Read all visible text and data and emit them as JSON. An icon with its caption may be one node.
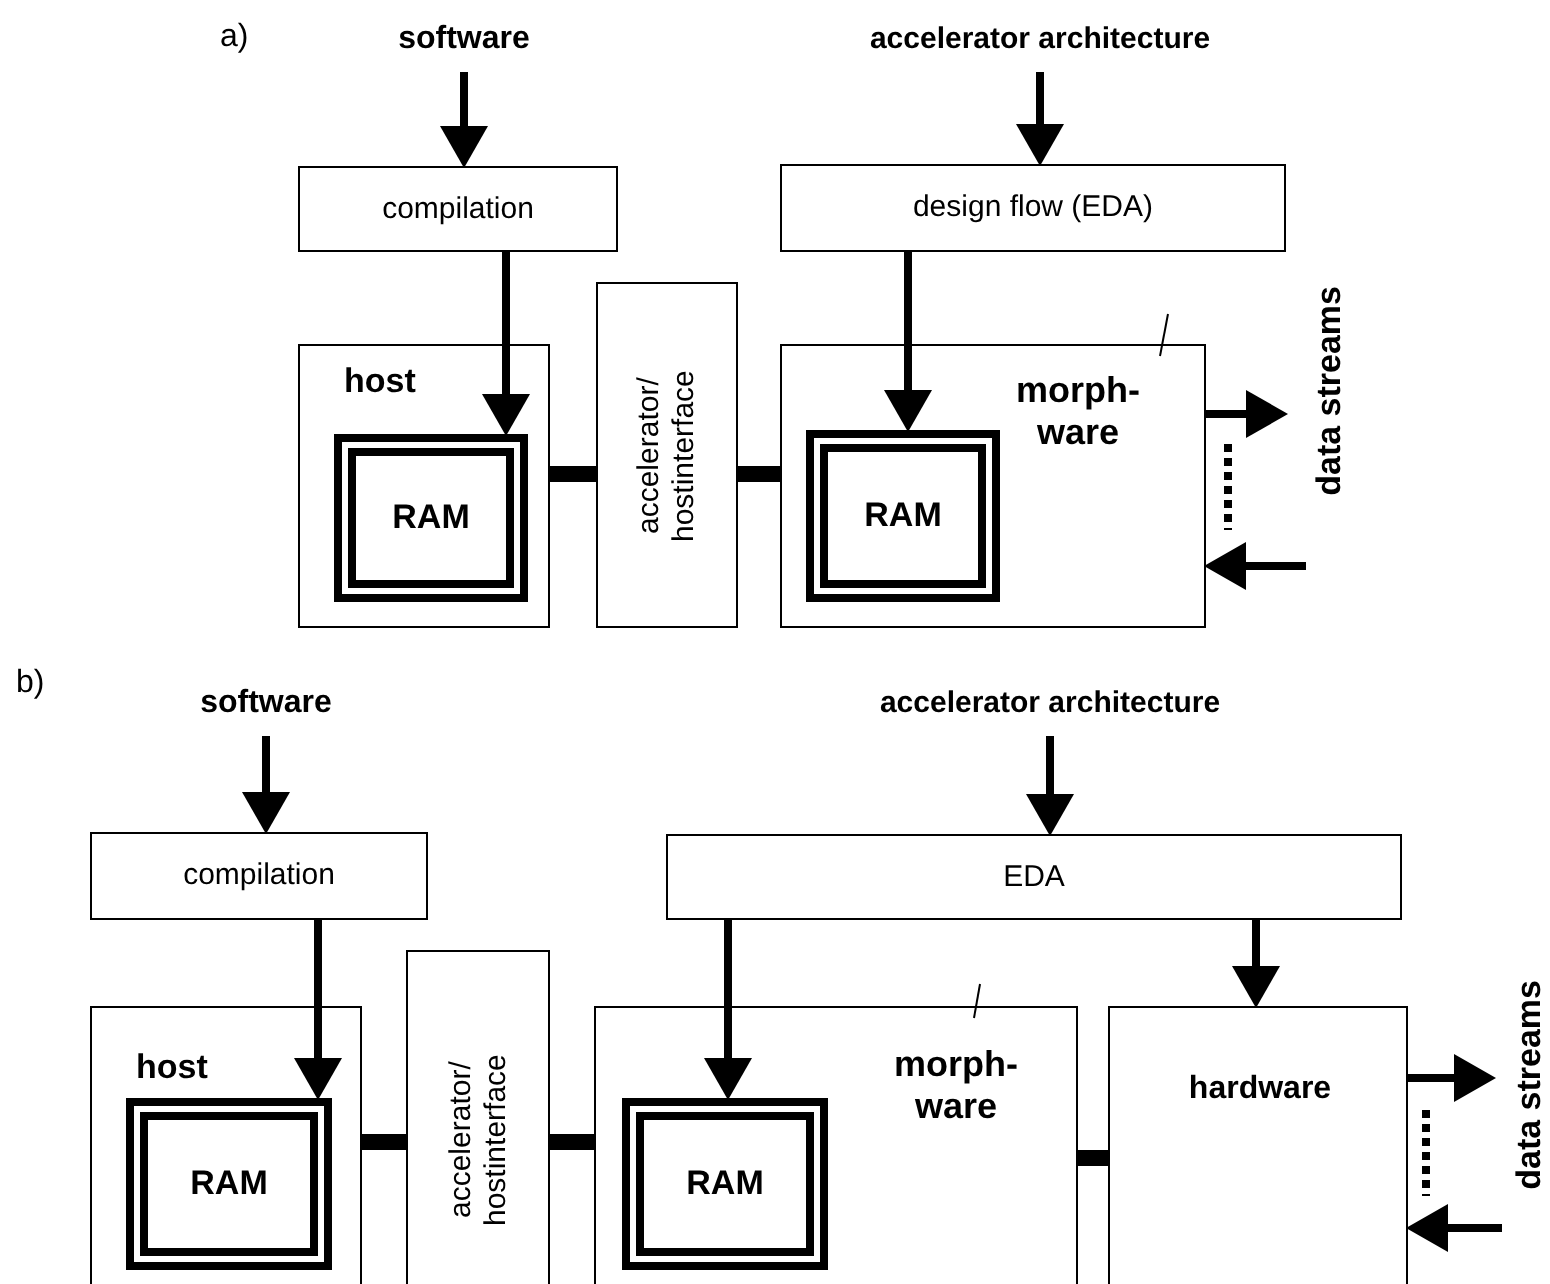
{
  "diagram": {
    "nodes": [
      {
        "text": [
          "software"
        ]
      },
      {
        "text": [
          "accelerator architecture"
        ]
      },
      {
        "text": [
          "compilation"
        ]
      },
      {
        "text": [
          "design flow (EDA)"
        ]
      },
      {
        "text": [
          "host"
        ]
      },
      {
        "text": [
          "RAM"
        ],
        "in": 4
      },
      {
        "text": [
          "accelerator/ hostinterface"
        ]
      },
      {
        "text": [
          "morph- ware"
        ]
      },
      {
        "text": [
          "RAM"
        ],
        "in": 7
      },
      {
        "text": [
          "software"
        ]
      },
      {
        "text": [
          "accelerator architecture"
        ]
      },
      {
        "text": [
          "compilation"
        ]
      },
      {
        "text": [
          "EDA"
        ]
      },
      {
        "text": [
          "host"
        ]
      },
      {
        "text": [
          "RAM"
        ],
        "in": 13
      },
      {
        "text": [
          "accelerator/ hostinterface"
        ]
      },
      {
        "text": [
          "morph- ware"
        ]
      },
      {
        "text": [
          "RAM"
        ],
        "in": 16
      },
      {
        "text": [
          "hardware"
        ]
      }
    ],
    "edges": [
      {
        "from": 0,
        "to": 2,
        "arrow": "to"
      },
      {
        "from": 1,
        "to": 3,
        "arrow": "to"
      },
      {
        "from": 2,
        "to": 5,
        "arrow": "to"
      },
      {
        "from": 3,
        "to": 8,
        "arrow": "to"
      },
      {
        "from": 4,
        "to": 6,
        "arrow": "none",
        "style": "thick"
      },
      {
        "from": 6,
        "to": 7,
        "arrow": "none",
        "style": "thick"
      },
      {
        "from": 7,
        "to": null,
        "arrow": "to"
      },
      {
        "from": null,
        "to": 7,
        "arrow": "to"
      },
      {
        "from": 9,
        "to": 11,
        "arrow": "to"
      },
      {
        "from": 10,
        "to": 12,
        "arrow": "to"
      },
      {
        "from": 11,
        "to": 14,
        "arrow": "to"
      },
      {
        "from": 12,
        "to": 17,
        "arrow": "to"
      },
      {
        "from": 12,
        "to": 18,
        "arrow": "to"
      },
      {
        "from": 13,
        "to": 15,
        "arrow": "none",
        "style": "thick"
      },
      {
        "from": 15,
        "to": 16,
        "arrow": "none",
        "style": "thick"
      },
      {
        "from": 16,
        "to": 18,
        "arrow": "none",
        "style": "thick"
      },
      {
        "from": 18,
        "to": null,
        "arrow": "to"
      },
      {
        "from": null,
        "to": 18,
        "arrow": "to"
      }
    ],
    "labels": [
      "a)",
      "data streams",
      "b)",
      "data streams"
    ]
  }
}
